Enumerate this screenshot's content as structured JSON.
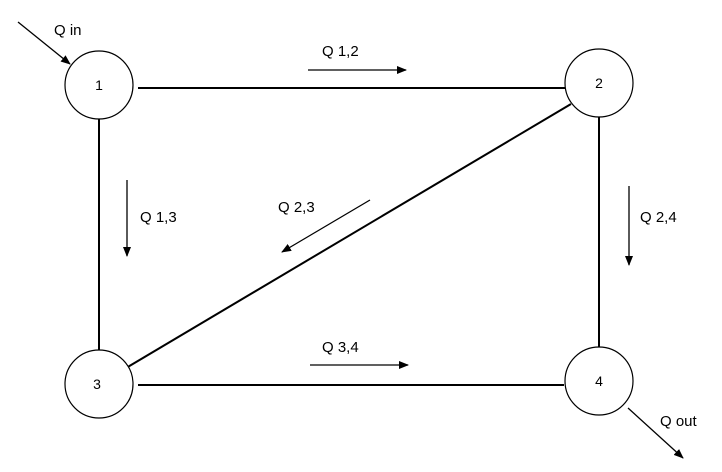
{
  "nodes": [
    {
      "id": "1",
      "label": "1"
    },
    {
      "id": "2",
      "label": "2"
    },
    {
      "id": "3",
      "label": "3"
    },
    {
      "id": "4",
      "label": "4"
    }
  ],
  "edges": [
    {
      "from": "1",
      "to": "2"
    },
    {
      "from": "1",
      "to": "3"
    },
    {
      "from": "2",
      "to": "3"
    },
    {
      "from": "2",
      "to": "4"
    },
    {
      "from": "3",
      "to": "4"
    }
  ],
  "flows": {
    "q_in": "Q in",
    "q_out": "Q out",
    "q12": "Q 1,2",
    "q13": "Q 1,3",
    "q23": "Q 2,3",
    "q24": "Q 2,4",
    "q34": "Q 3,4"
  },
  "colors": {
    "line": "#000000",
    "node_fill": "#ffffff",
    "background": "#ffffff"
  }
}
